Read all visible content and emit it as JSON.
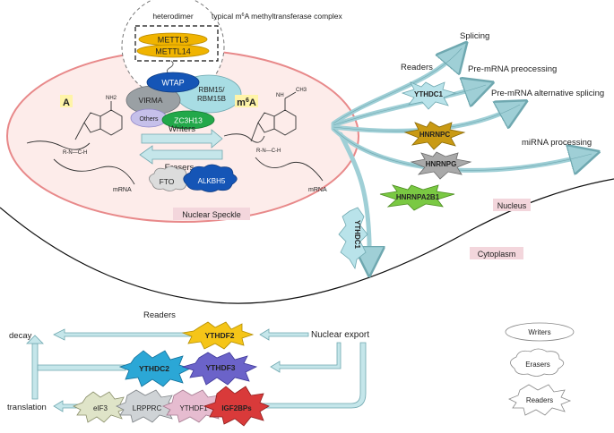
{
  "complex": {
    "heterodimer": "heterodimer",
    "title_prefix": "typical m",
    "title_sup": "6",
    "title_suffix": "A methyltransferase complex",
    "mettl3": "METTL3",
    "mettl14": "METTL14"
  },
  "writers_complex": {
    "wtap": "WTAP",
    "virma": "VIRMA",
    "rbm15_line1": "RBM15/",
    "rbm15_line2": "RBM15B",
    "others": "Others",
    "zc3h13": "ZC3H13"
  },
  "bases": {
    "a_label": "A",
    "m6a_prefix": "m",
    "m6a_sup": "6",
    "m6a_suffix": "A",
    "nh2": "NH2",
    "nh_ch3": "NH",
    "ch3": "CH3",
    "ring_n": "N",
    "ring_r": "R",
    "ring_c": "C",
    "ring_h": "H",
    "mrna_left": "mRNA",
    "mrna_right": "mRNA"
  },
  "arrows": {
    "writers": "Writers",
    "erasers": "Erasers"
  },
  "erasers": {
    "fto": "FTO",
    "alkbh5": "ALKBH5"
  },
  "compartments": {
    "nuclear_speckle": "Nuclear Speckle",
    "nucleus": "Nucleus",
    "cytoplasm": "Cytoplasm"
  },
  "nuclear_readers": {
    "readers_label": "Readers",
    "ythdc1": "YTHDC1",
    "hnrnpc": "HNRNPC",
    "hnrnpg": "HNRNPG",
    "hnrnpa2b1": "HNRNPA2B1",
    "ythdc1_export": "YTHDC1"
  },
  "functions": {
    "splicing": "Splicing",
    "pre_mrna_processing": "Pre-mRNA preocessing",
    "alt_splicing": "Pre-mRNA alternative splicing",
    "mirna_processing": "miRNA processing"
  },
  "cytoplasm": {
    "readers_label": "Readers",
    "nuclear_export": "Nuclear export",
    "decay": "decay",
    "translation": "translation",
    "ythdf2": "YTHDF2",
    "ythdc2": "YTHDC2",
    "ythdf3": "YTHDF3",
    "eif3": "eIF3",
    "lrpprc": "LRPPRC",
    "ythdf1": "YTHDF1",
    "igf2bps": "IGF2BPs"
  },
  "legend": {
    "writers": "Writers",
    "erasers": "Erasers",
    "readers": "Readers"
  },
  "colors": {
    "speckle_fill": "#fdecea",
    "speckle_stroke": "#e8898a",
    "arrow_fill": "#c5e6ea",
    "arrow_stroke": "#6fa8b0",
    "mettl": "#f0b400",
    "wtap": "#1555b6",
    "virma": "#9aa0a4",
    "rbm15": "#a8dde4",
    "others": "#c6c0ea",
    "zc3h13": "#22a84a",
    "fto": "#dcdcdc",
    "alkbh5": "#1555b6",
    "ythdc1": "#b9e3ea",
    "hnrnpc": "#c99a14",
    "hnrnpg": "#a9a9a9",
    "hnrnpa2b1": "#7ac943",
    "ythdf2": "#f5c518",
    "ythdc2": "#2ba7d6",
    "ythdf3": "#6b63c9",
    "eif3": "#dfe4c8",
    "lrpprc": "#cfd3d6",
    "ythdf1": "#e6bcd0",
    "igf2bps": "#d93a3a",
    "label_bg": "#f3d6dc"
  }
}
